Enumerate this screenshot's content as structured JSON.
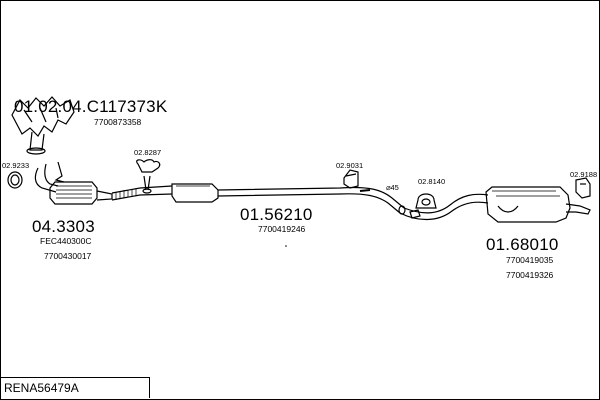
{
  "parts": {
    "manifold_code": "01.02.04.C117373K",
    "manifold_ref": "7700873358",
    "catalyst_code": "04.3303",
    "catalyst_ref1": "FEC440300C",
    "catalyst_ref2": "7700430017",
    "middle_code": "01.56210",
    "middle_ref": "7700419246",
    "rear_code": "01.68010",
    "rear_ref1": "7700419035",
    "rear_ref2": "7700419326"
  },
  "fittings": {
    "f1": "02.9233",
    "f2": "02.8287",
    "f3": "02.9031",
    "f4": "02.8140",
    "f5": "02.9188",
    "diameter": "⌀45"
  },
  "reference": "RENA56479A"
}
